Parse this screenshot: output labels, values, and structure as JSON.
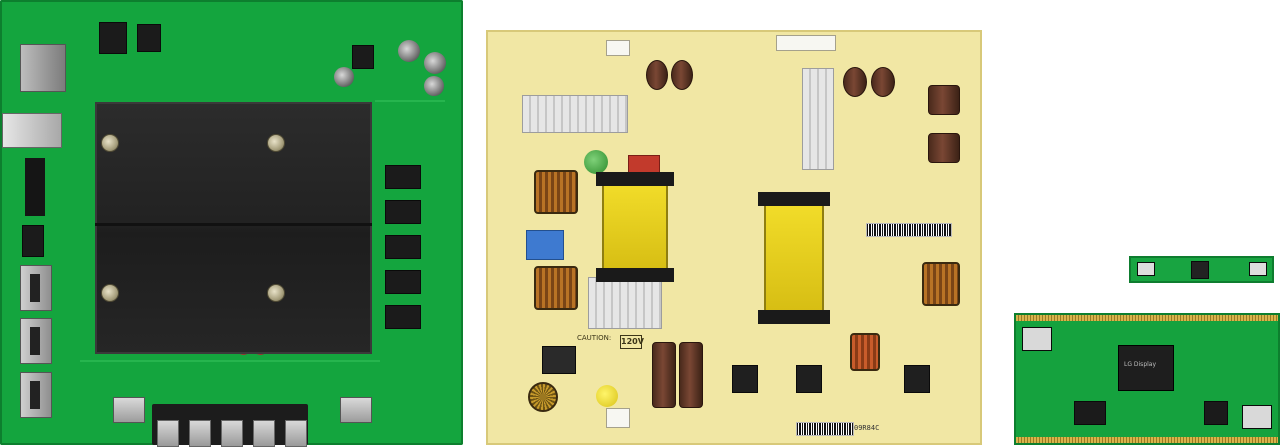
{
  "scene": {
    "boards": [
      {
        "id": "main_board"
      },
      {
        "id": "power_board"
      },
      {
        "id": "ir_board"
      },
      {
        "id": "tcon_board"
      }
    ],
    "colors": {
      "main_pcb": "#14a53e",
      "power_pcb": "#f1e7a4",
      "heatsink": "#222222",
      "transformer": "#e7cf1f"
    },
    "printed": {
      "caution_text": "CAUTION:",
      "voltage_badge": "120V",
      "power_serial": "09R84C",
      "tcon_logo": "LG Display"
    }
  }
}
